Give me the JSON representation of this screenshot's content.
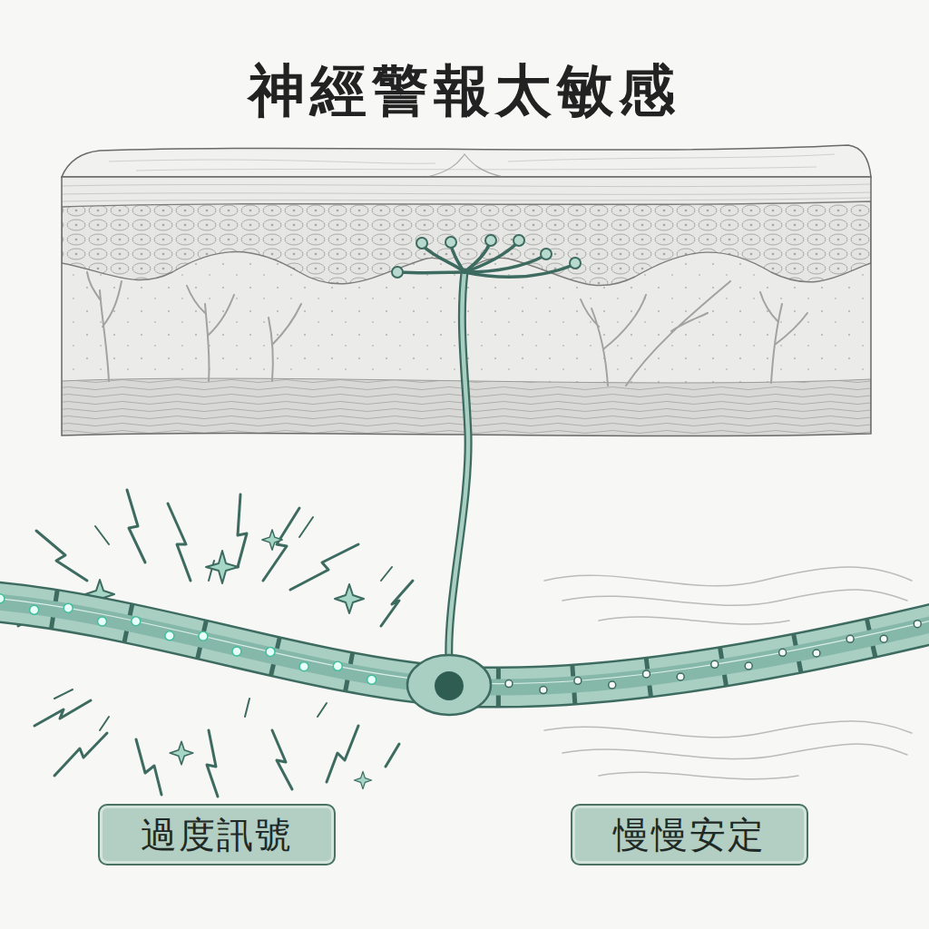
{
  "diagram": {
    "title": "神經警報太敏感",
    "nodes": [
      {
        "text": [
          "過度訊號"
        ]
      },
      {
        "text": [
          "慢慢安定"
        ]
      }
    ]
  }
}
